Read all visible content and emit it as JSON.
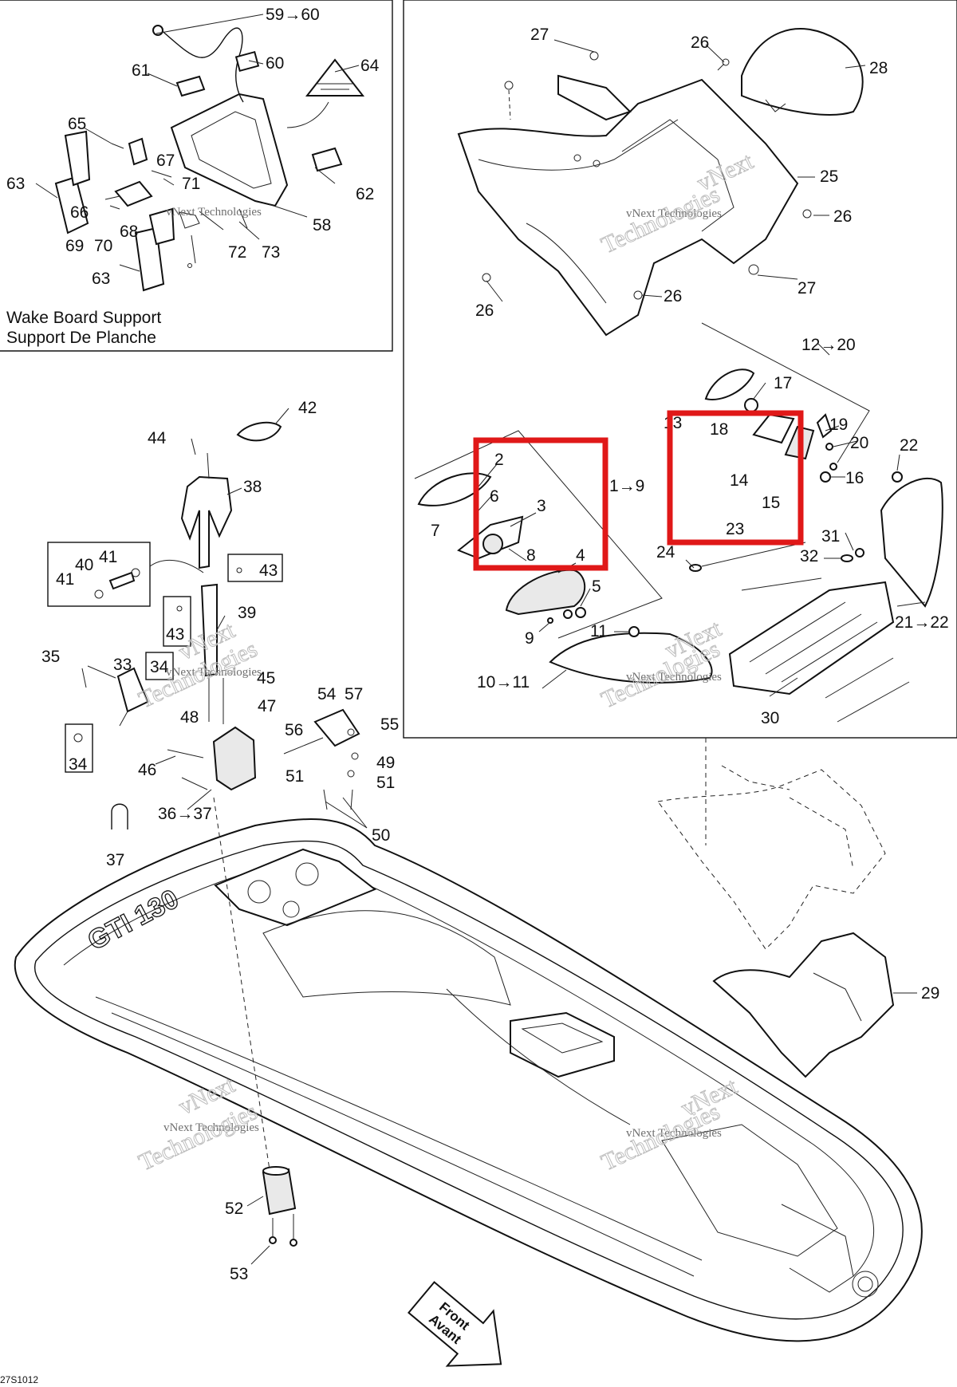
{
  "inset": {
    "title_line1": "Wake Board Support",
    "title_line2": "Support De Planche"
  },
  "callouts": {
    "c2": "2",
    "c3": "3",
    "c4": "4",
    "c5": "5",
    "c6": "6",
    "c7": "7",
    "c8": "8",
    "c9": "9",
    "c1to9": "1→9",
    "c10to11": "10→11",
    "c11": "11",
    "c12to20": "12→20",
    "c13": "13",
    "c14": "14",
    "c15": "15",
    "c16": "16",
    "c17": "17",
    "c18": "18",
    "c19": "19",
    "c20": "20",
    "c21to22": "21→22",
    "c22": "22",
    "c23": "23",
    "c24": "24",
    "c25": "25",
    "c26a": "26",
    "c26b": "26",
    "c26c": "26",
    "c26d": "26",
    "c27a": "27",
    "c27b": "27",
    "c28": "28",
    "c29": "29",
    "c30": "30",
    "c31": "31",
    "c32": "32",
    "c33": "33",
    "c34a": "34",
    "c34b": "34",
    "c35": "35",
    "c36to37": "36→37",
    "c37": "37",
    "c38": "38",
    "c39": "39",
    "c40": "40",
    "c41a": "41",
    "c41b": "41",
    "c42": "42",
    "c43a": "43",
    "c43b": "43",
    "c44": "44",
    "c45": "45",
    "c46": "46",
    "c47": "47",
    "c48": "48",
    "c49": "49",
    "c50": "50",
    "c51a": "51",
    "c51b": "51",
    "c52": "52",
    "c53": "53",
    "c54": "54",
    "c55": "55",
    "c56": "56",
    "c57": "57",
    "c58": "58",
    "c59to60": "59→60",
    "c60": "60",
    "c61": "61",
    "c62": "62",
    "c63a": "63",
    "c63b": "63",
    "c64": "64",
    "c65": "65",
    "c66": "66",
    "c67": "67",
    "c68": "68",
    "c69": "69",
    "c70": "70",
    "c71": "71",
    "c72": "72",
    "c73": "73"
  },
  "watermark": {
    "brand_line1": "vNext Technologies",
    "brand_big1": "vNext",
    "brand_big2": "Technologies"
  },
  "direction_arrow": {
    "line1": "Front",
    "line2": "Avant"
  },
  "hull_decal": "GTI 130",
  "footer_code": "27S1012",
  "colors": {
    "line": "#111111",
    "highlight": "#e01818",
    "background": "#ffffff",
    "watermark": "#8a8a8a"
  }
}
